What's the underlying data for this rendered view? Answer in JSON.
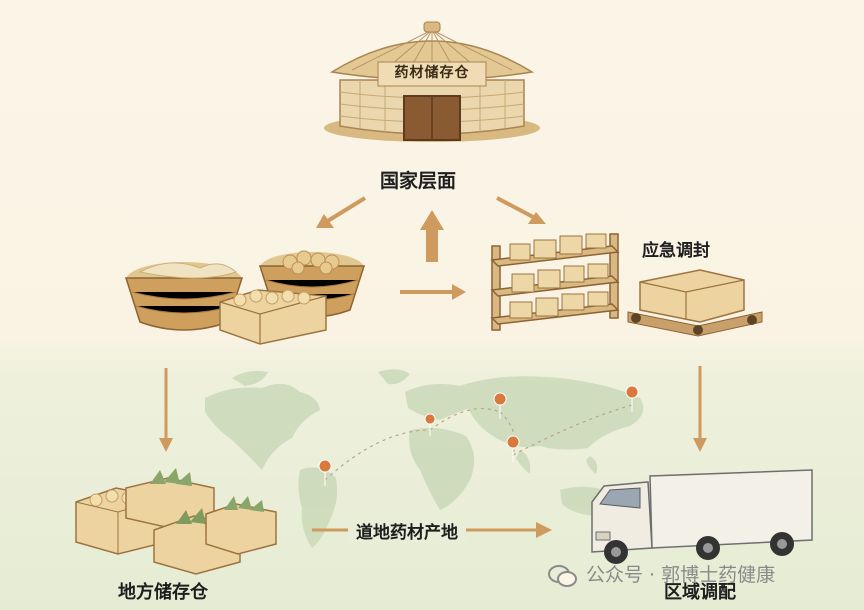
{
  "granary": {
    "sign": "药材储存仓"
  },
  "labels": {
    "national": "国家层面",
    "emergency": "应急调封",
    "local_storage": "地方储存仓",
    "regional": "区域调配",
    "origin_route": "道地药材产地"
  },
  "watermark": {
    "prefix": "公众号 · ",
    "account": "郭博士药健康"
  },
  "colors": {
    "arrow": "#cf9a5e",
    "box": "#e9c78f",
    "box_dark": "#c99a5e",
    "map": "#c9d8b8",
    "pin": "#d9793e",
    "truck_body": "#f3f0e8"
  }
}
